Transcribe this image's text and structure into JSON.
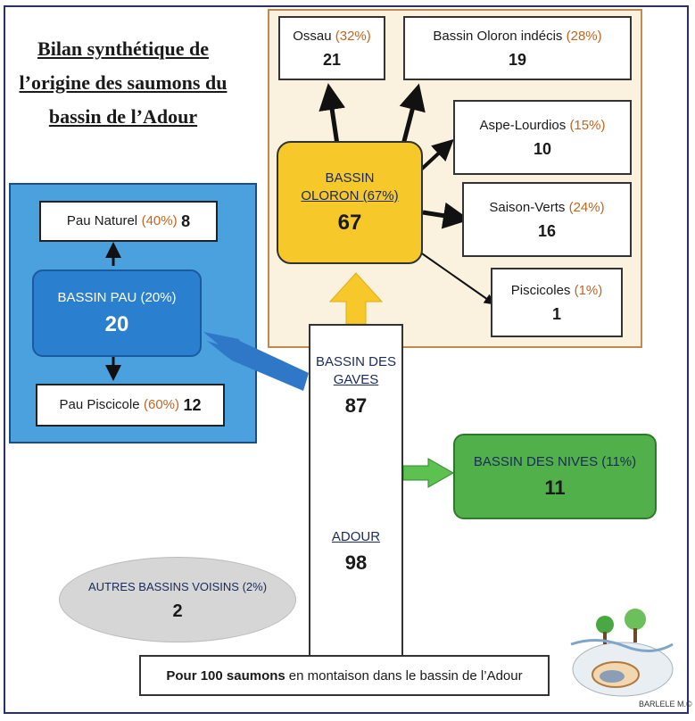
{
  "title": {
    "line1": "Bilan synthétique de",
    "line2": "l’origine des saumons du",
    "line3": "bassin de l’Adour"
  },
  "oloron": {
    "label1": "BASSIN",
    "label2": "OLORON (67%)",
    "value": "67",
    "sub": [
      {
        "name": "Ossau",
        "pct": "(32%)",
        "value": "21"
      },
      {
        "name": "Bassin Oloron indécis",
        "pct": "(28%)",
        "value": "19"
      },
      {
        "name": "Aspe-Lourdios",
        "pct": "(15%)",
        "value": "10"
      },
      {
        "name": "Saison-Verts",
        "pct": "(24%)",
        "value": "16"
      },
      {
        "name": "Piscicoles",
        "pct": "(1%)",
        "value": "1"
      }
    ]
  },
  "pau": {
    "label": "BASSIN PAU (20%)",
    "value": "20",
    "naturel": {
      "name": "Pau Naturel",
      "pct": "(40%)",
      "value": "8"
    },
    "piscicole": {
      "name": "Pau Piscicole",
      "pct": "(60%)",
      "value": "12"
    }
  },
  "gaves": {
    "label1": "BASSIN DES",
    "label2": "GAVES",
    "value": "87"
  },
  "adour": {
    "label": "ADOUR",
    "value": "98"
  },
  "nives": {
    "label": "BASSIN DES NIVES (11%)",
    "value": "11"
  },
  "autres": {
    "label": "AUTRES BASSINS VOISINS (2%)",
    "value": "2"
  },
  "footer": {
    "bold": "Pour 100 saumons",
    "rest": "en montaison dans le bassin de l’Adour"
  },
  "signature": "BARLELE M.©",
  "colors": {
    "oloron_fill": "#f7c82a",
    "pau_region": "#4aa1dd",
    "pau_box": "#2b7fcf",
    "nives": "#52b04a",
    "autres": "#d6d6d6",
    "pct_text": "#c0651f"
  }
}
